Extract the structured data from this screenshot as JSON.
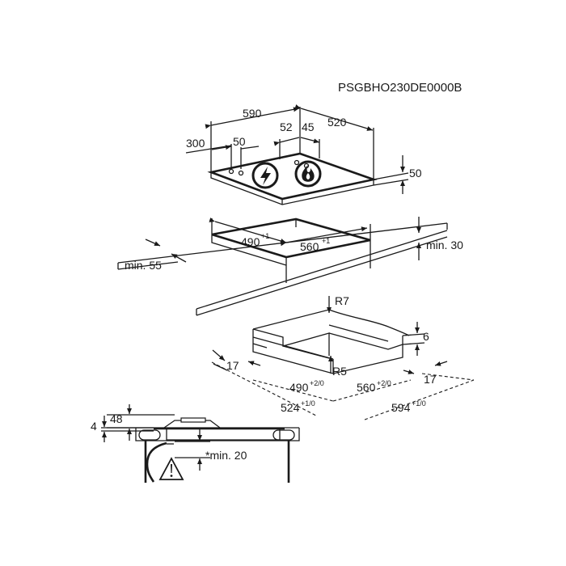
{
  "product_code": "PSGBHO230DE0000B",
  "hob_top": {
    "width": "590",
    "depth": "520",
    "height": "50",
    "control_offset": "300",
    "control_spacing": "50",
    "gap_left": "52",
    "gap_right": "45",
    "symbols": [
      "electric-lightning-icon",
      "gas-flame-icon"
    ]
  },
  "cutout": {
    "depth": "490",
    "depth_tol": "+1",
    "width": "560",
    "width_tol": "+1",
    "min_rear": "min. 55",
    "min_height": "min. 30"
  },
  "frame": {
    "r_outer": "R7",
    "r_inner": "R5",
    "thickness": "6",
    "side_left": "17",
    "side_right": "17",
    "inner_depth": "490",
    "inner_depth_tol": "+2/0",
    "inner_width": "560",
    "inner_width_tol": "+2/0",
    "outer_depth": "524",
    "outer_depth_tol": "+1/0",
    "outer_width": "594",
    "outer_width_tol": "+1/0"
  },
  "section": {
    "top_height": "48",
    "rim": "4",
    "min_clearance": "*min. 20",
    "warning_symbol": "warning-icon"
  }
}
